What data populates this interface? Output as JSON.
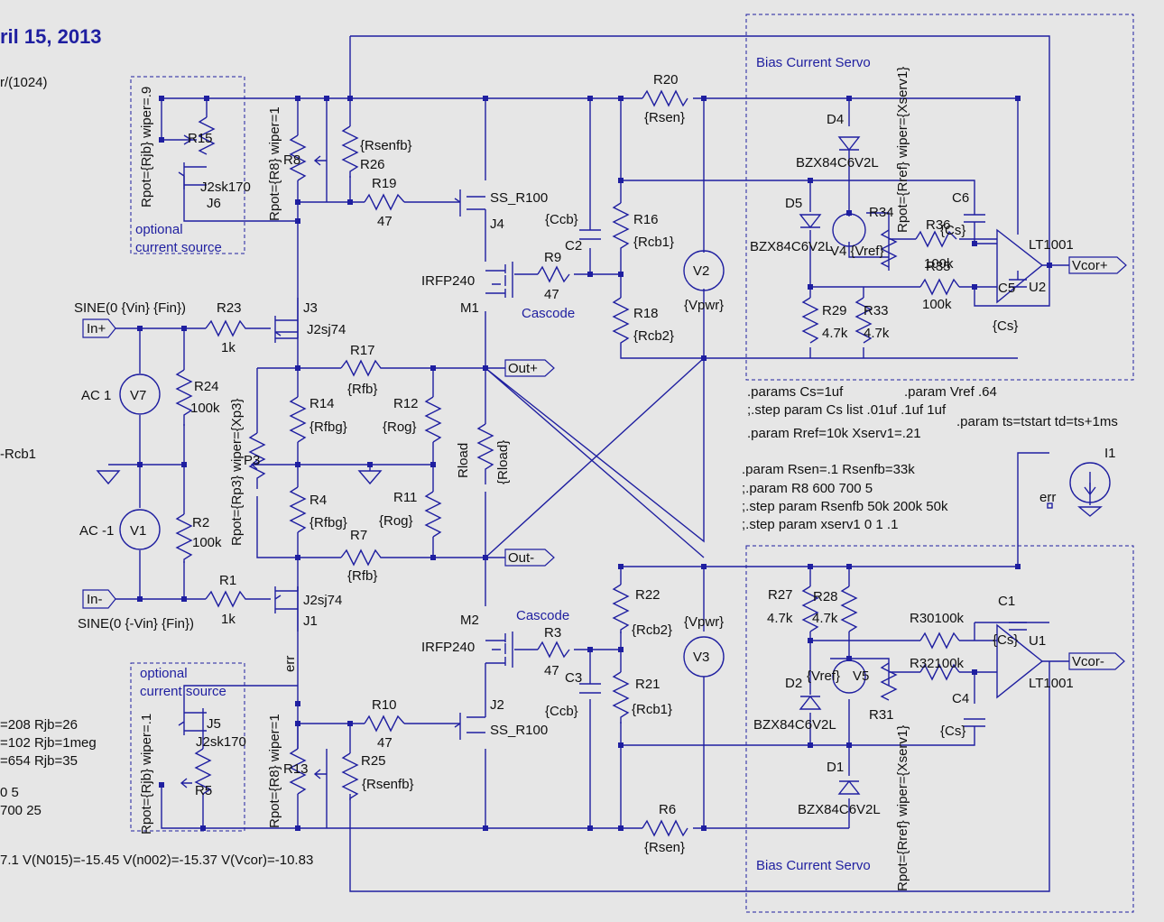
{
  "title": "ril 15, 2013",
  "header_note": "r/(1024)",
  "colors": {
    "wire": "#1f1fa0",
    "background": "#e6e6e6",
    "text": "#101010",
    "comment": "#1f1fa0"
  },
  "ports": {
    "in_pos": "In+",
    "in_neg": "In-",
    "out_pos": "Out+",
    "out_neg": "Out-",
    "vcor_pos": "Vcor+",
    "vcor_neg": "Vcor-"
  },
  "servo": {
    "top": "Bias Current Servo",
    "bottom": "Bias Current Servo"
  },
  "optional": {
    "top1": "optional",
    "top2": "current source",
    "bot1": "optional",
    "bot2": "current source"
  },
  "cascode": {
    "top": "Cascode",
    "bottom": "Cascode"
  },
  "parts": {
    "r15": "R15",
    "rpot_jb_top": "Rpot={Rjb} wiper=.9",
    "j6": "J6",
    "j6v": "J2sk170",
    "r8": "R8",
    "rpot_r8_top": "Rpot={R8} wiper=1",
    "r26": "R26",
    "rsenfb_top": "{Rsenfb}",
    "r19": "R19",
    "r19v": "47",
    "j4": "J4",
    "j4v": "SS_R100",
    "r20": "R20",
    "rsen_top": "{Rsen}",
    "r16": "R16",
    "rcb1_top": "{Rcb1}",
    "r18": "R18",
    "rcb2_top": "{Rcb2}",
    "c2": "C2",
    "ccb_top": "{Ccb}",
    "r9": "R9",
    "r9v": "47",
    "m1": "M1",
    "m1v": "IRFP240",
    "v2": "V2",
    "vpwr_top": "{Vpwr}",
    "d4": "D4",
    "d4v": "BZX84C6V2L",
    "d5": "D5",
    "d5v": "BZX84C6V2L",
    "r34": "R34",
    "v4": "V4 {Vref}",
    "rpot_ref_top": "Rpot={Rref} wiper={Xserv1}",
    "r36": "R36",
    "r36v": "100k",
    "cs_top1": "{Cs}",
    "r35": "R35",
    "r35v": "100k",
    "c6": "C6",
    "c5": "C5",
    "cs_top2": "{Cs}",
    "u2": "U2",
    "u2v": "LT1001",
    "r29": "R29",
    "r29v": "4.7k",
    "r33": "R33",
    "r33v": "4.7k",
    "vsin_pos": "SINE(0 {Vin} {Fin})",
    "r23": "R23",
    "r23v": "1k",
    "j3": "J3",
    "j3v": "J2sj74",
    "v7": "V7",
    "v7ac": "AC 1",
    "r24": "R24",
    "r24v": "100k",
    "r17": "R17",
    "rfb_top": "{Rfb}",
    "r14": "R14",
    "rfbg_top": "{Rfbg}",
    "r12": "R12",
    "rog_top": "{Rog}",
    "p3": "P3",
    "rpot_p3": "Rpot={Rp3} wiper={Xp3}",
    "rload": "Rload",
    "rloadv": "{Rload}",
    "r4": "R4",
    "rfbg_bot": "{Rfbg}",
    "r11": "R11",
    "rog_bot": "{Rog}",
    "r7": "R7",
    "rfb_bot": "{Rfb}",
    "v1": "V1",
    "v1ac": "AC -1",
    "r2": "R2",
    "r2v": "100k",
    "rcb1_side": "-Rcb1",
    "r1": "R1",
    "r1v": "1k",
    "j1": "J1",
    "j1v": "J2sj74",
    "vsin_neg": "SINE(0 {-Vin} {Fin})",
    "err": "err",
    "err2": "err",
    "r22": "R22",
    "rcb2_bot": "{Rcb2}",
    "r21": "R21",
    "rcb1_bot": "{Rcb1}",
    "v3": "V3",
    "vpwr_bot": "{Vpwr}",
    "m2": "M2",
    "m2v": "IRFP240",
    "r3": "R3",
    "r3v": "47",
    "c3": "C3",
    "ccb_bot": "{Ccb}",
    "j2": "J2",
    "j2v": "SS_R100",
    "r10": "R10",
    "r10v": "47",
    "r25": "R25",
    "rsenfb_bot": "{Rsenfb}",
    "r13": "R13",
    "rpot_r8_bot": "Rpot={R8} wiper=1",
    "j5": "J5",
    "j5v": "J2sk170",
    "r5": "R5",
    "rpot_jb_bot": "Rpot={Rjb} wiper=.1",
    "r6": "R6",
    "rsen_bot": "{Rsen}",
    "r27": "R27",
    "r27v": "4.7k",
    "r28": "R28",
    "r28v": "4.7k",
    "r30": "R30100k",
    "r32": "R32100k",
    "d2": "D2",
    "d2v": "BZX84C6V2L",
    "v5": "V5",
    "v5ref": "{Vref}",
    "r31": "R31",
    "c1": "C1",
    "cs_bot1": "{Cs}",
    "c4": "C4",
    "cs_bot2": "{Cs}",
    "u1": "U1",
    "u1v": "LT1001",
    "d1": "D1",
    "d1v": "BZX84C6V2L",
    "rpot_ref_bot": "Rpot={Rref} wiper={Xserv1}",
    "i1": "I1"
  },
  "directives": [
    ".params Cs=1uf",
    ".param Vref .64",
    ";.step param Cs list .01uf .1uf 1uf",
    ".param ts=tstart td=ts+1ms",
    ".param Rref=10k Xserv1=.21",
    ".param Rsen=.1 Rsenfb=33k",
    ";.param R8 600 700 5",
    ";.step param Rsenfb 50k 200k 50k",
    ";.step param xserv1 0 1 .1"
  ],
  "left_notes": [
    "=208 Rjb=26",
    "=102 Rjb=1meg",
    "=654 Rjb=35",
    "0 5",
    "700 25"
  ],
  "bottom_note": "7.1 V(N015)=-15.45 V(n002)=-15.37 V(Vcor)=-10.83"
}
